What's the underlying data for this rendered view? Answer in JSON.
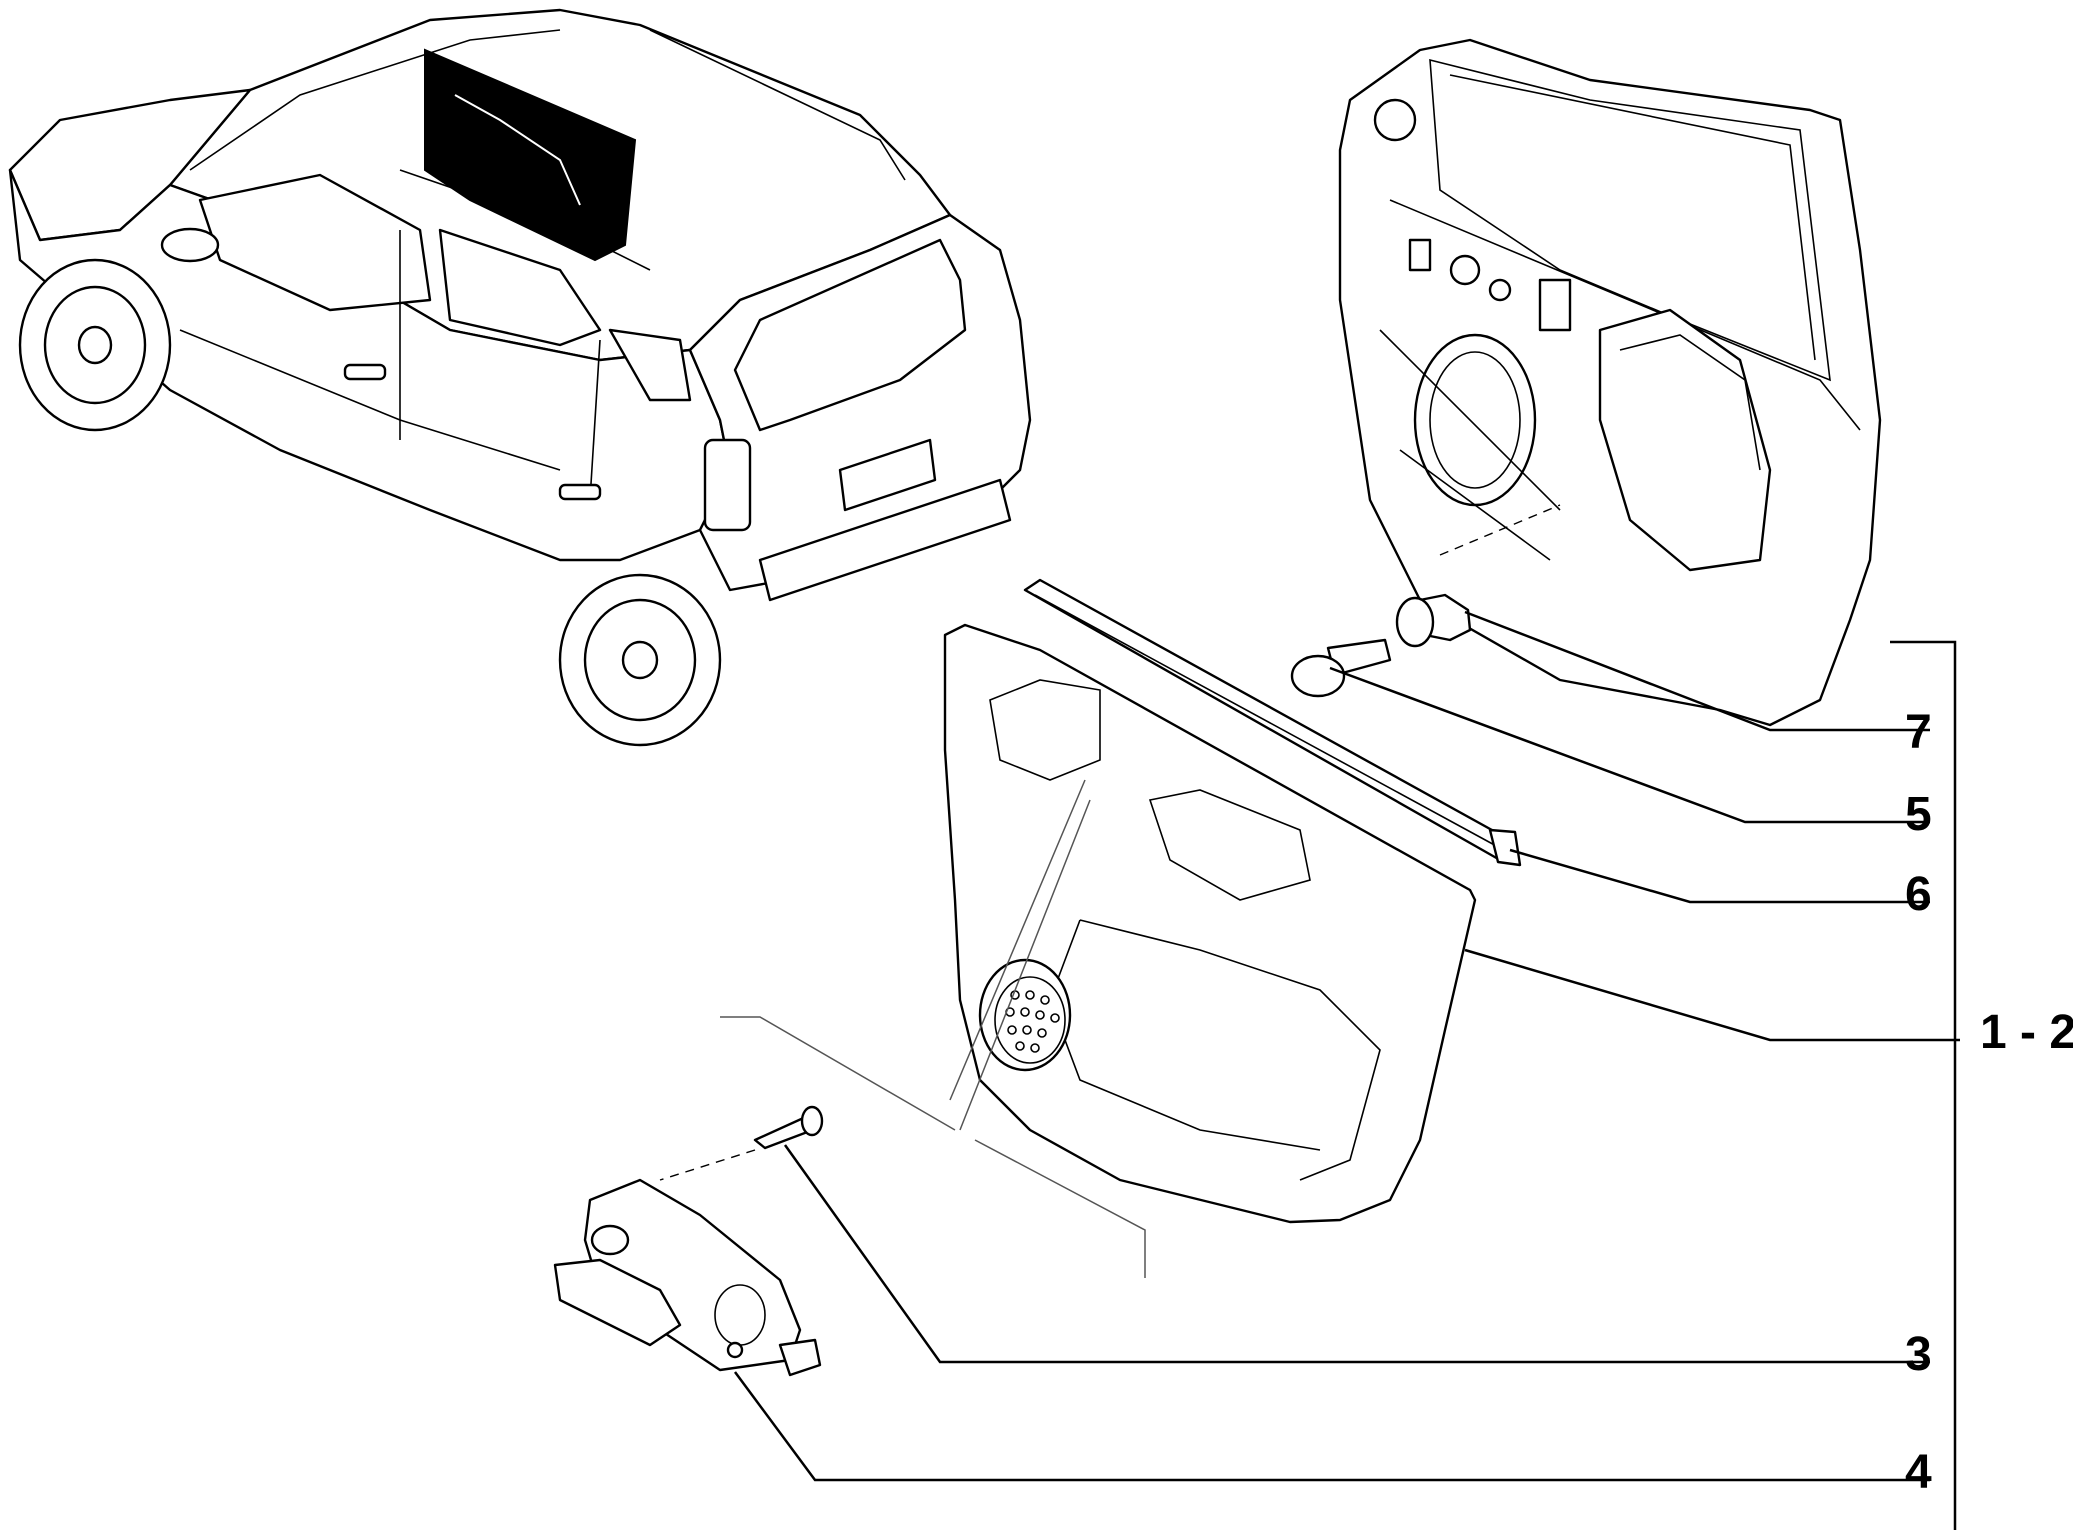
{
  "callouts": {
    "c7": "7",
    "c5": "5",
    "c6": "6",
    "c12": "1 - 2",
    "c3": "3",
    "c4": "4"
  },
  "colors": {
    "ink": "#000000",
    "background": "#ffffff",
    "highlight": "#000000"
  }
}
